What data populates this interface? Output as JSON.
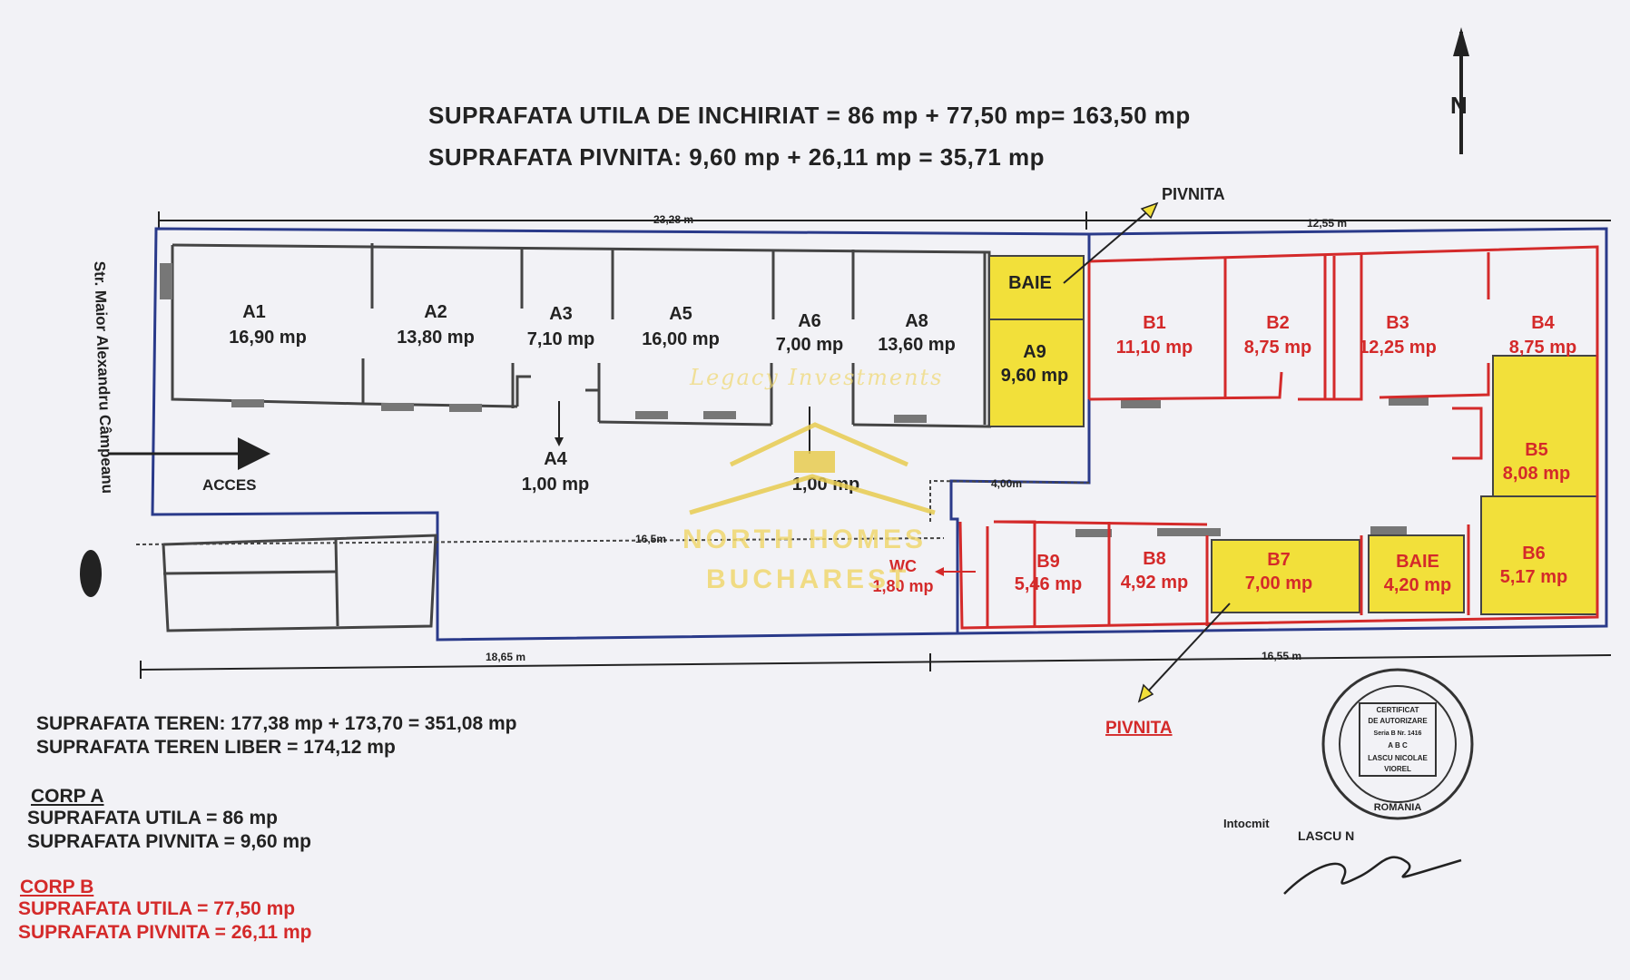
{
  "header": {
    "line1": "SUPRAFATA UTILA DE INCHIRIAT = 86 mp + 77,50 mp= 163,50 mp",
    "line2": "SUPRAFATA PIVNITA: 9,60 mp + 26,11 mp = 35,71 mp"
  },
  "north": "N",
  "street": "Str. Maior Alexandru Câmpeanu",
  "access": "ACCES",
  "basement_label_top": "PIVNITA",
  "basement_label_bottom": "PIVNITA",
  "dimensions": {
    "top_left": "23,28 m",
    "top_right": "12,55 m",
    "bottom_left": "18,65 m",
    "bottom_right": "16,55 m",
    "corridor": "4,00m",
    "corridor_long": "16,5m"
  },
  "rooms": {
    "A1": {
      "name": "A1",
      "area": "16,90 mp"
    },
    "A2": {
      "name": "A2",
      "area": "13,80 mp"
    },
    "A3": {
      "name": "A3",
      "area": "7,10 mp"
    },
    "A4": {
      "name": "A4",
      "area": "1,00 mp"
    },
    "A5": {
      "name": "A5",
      "area": "16,00 mp"
    },
    "A6": {
      "name": "A6",
      "area": "7,00 mp"
    },
    "A7": {
      "area": "1,00 mp"
    },
    "A8": {
      "name": "A8",
      "area": "13,60 mp"
    },
    "A9": {
      "name": "A9",
      "area": "9,60 mp"
    },
    "baie_a": {
      "name": "BAIE"
    },
    "B1": {
      "name": "B1",
      "area": "11,10 mp"
    },
    "B2": {
      "name": "B2",
      "area": "8,75 mp"
    },
    "B3": {
      "name": "B3",
      "area": "12,25 mp"
    },
    "B4": {
      "name": "B4",
      "area": "8,75 mp"
    },
    "B5": {
      "name": "B5",
      "area": "8,08 mp"
    },
    "B6": {
      "name": "B6",
      "area": "5,17 mp"
    },
    "B7": {
      "name": "B7",
      "area": "7,00 mp"
    },
    "B8": {
      "name": "B8",
      "area": "4,92 mp"
    },
    "B9": {
      "name": "B9",
      "area": "5,46 mp"
    },
    "baie_b": {
      "name": "BAIE",
      "area": "4,20 mp"
    },
    "wc": {
      "name": "WC",
      "area": "1,80 mp"
    }
  },
  "footer": {
    "teren": "SUPRAFATA TEREN: 177,38 mp + 173,70 = 351,08 mp",
    "teren_liber": "SUPRAFATA TEREN LIBER = 174,12 mp",
    "corp_a": {
      "title": "CORP A",
      "utila": "SUPRAFATA UTILA = 86 mp",
      "pivnita": "SUPRAFATA PIVNITA = 9,60 mp"
    },
    "corp_b": {
      "title": "CORP B",
      "utila": "SUPRAFATA UTILA = 77,50 mp",
      "pivnita": "SUPRAFATA PIVNITA = 26,11 mp"
    }
  },
  "stamp": {
    "line1": "CERTIFICAT",
    "line2": "DE AUTORIZARE",
    "line3": "Seria B Nr. 1416",
    "line4": "A B C",
    "line5": "LASCU NICOLAE",
    "line6": "VIOREL",
    "ring_bottom": "ROMÂNIA"
  },
  "signature": {
    "made_by": "Intocmit",
    "name": "LASCU N"
  },
  "watermark": {
    "script": "Legacy Investments",
    "line1": "NORTH HOMES",
    "line2": "BUCHAREST"
  },
  "colors": {
    "corp_a_wall": "#2a3a8a",
    "corp_b_wall": "#d42a2a",
    "basement_fill": "#f2e03a",
    "watermark": "#f0d870"
  }
}
